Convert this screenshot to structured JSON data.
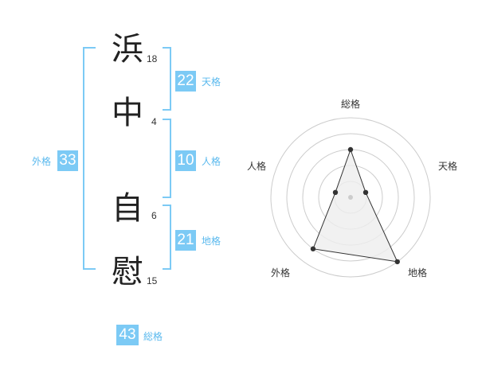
{
  "name": {
    "chars": [
      {
        "char": "浜",
        "strokes": "18"
      },
      {
        "char": "中",
        "strokes": "4"
      },
      {
        "char": "自",
        "strokes": "6"
      },
      {
        "char": "慰",
        "strokes": "15"
      }
    ]
  },
  "kakusu": {
    "tenkaku": {
      "value": "22",
      "label": "天格"
    },
    "jinkaku": {
      "value": "10",
      "label": "人格"
    },
    "chikaku": {
      "value": "21",
      "label": "地格"
    },
    "gaikaku": {
      "value": "33",
      "label": "外格"
    },
    "soukaku": {
      "value": "43",
      "label": "総格"
    }
  },
  "radar": {
    "axes": [
      "総格",
      "天格",
      "地格",
      "外格",
      "人格"
    ],
    "levels": [
      3,
      1,
      5,
      4,
      1
    ],
    "max_level": 5,
    "colors": {
      "grid": "#cccccc",
      "fill": "#eeeeee",
      "line": "#333333",
      "point": "#333333",
      "center": "#cccccc"
    }
  },
  "colors": {
    "accent": "#7ccaf5",
    "bracket": "#7ccaf5",
    "label": "#5ab9ee"
  }
}
